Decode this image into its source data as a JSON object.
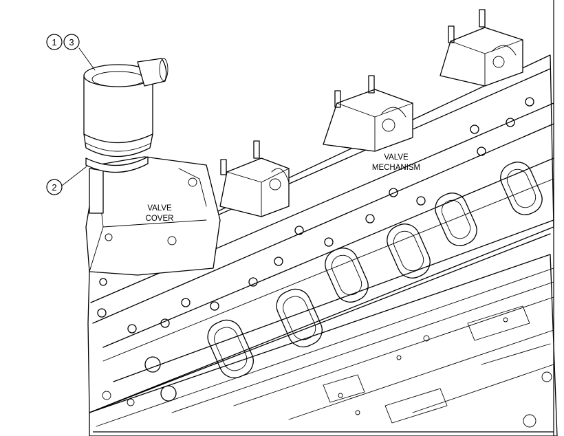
{
  "callouts": [
    {
      "id": "c1",
      "number": "1"
    },
    {
      "id": "c3",
      "number": "3"
    },
    {
      "id": "c2",
      "number": "2"
    }
  ],
  "labels": {
    "valve_cover": [
      "VALVE",
      "COVER"
    ],
    "valve_mechanism": [
      "VALVE",
      "MECHANISM"
    ]
  }
}
